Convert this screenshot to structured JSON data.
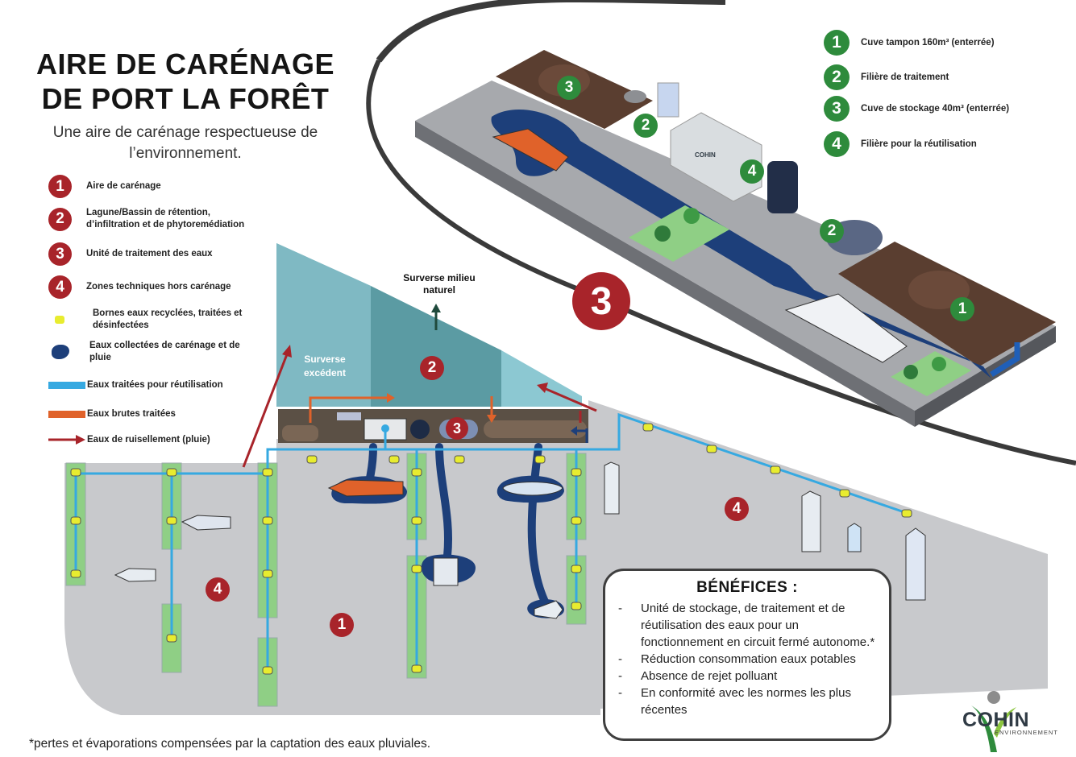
{
  "header": {
    "title_line1": "AIRE DE CARÉNAGE",
    "title_line2": "DE PORT LA FORÊT",
    "subtitle": "Une aire de carénage respectueuse de l’environnement."
  },
  "legend": {
    "items": [
      {
        "badge": "1",
        "label": "Aire de carénage"
      },
      {
        "badge": "2",
        "label": "Lagune/Bassin de rétention, d’infiltration et de phytoremédiation"
      },
      {
        "badge": "3",
        "label": "Unité de traitement des eaux"
      },
      {
        "badge": "4",
        "label": "Zones techniques hors carénage"
      },
      {
        "symbol": "yellow-dot",
        "label": "Bornes eaux recyclées, traitées et désinfectées"
      },
      {
        "symbol": "blue-blob",
        "label": "Eaux collectées de carénage et de pluie"
      },
      {
        "symbol": "light-blue-line",
        "label": "Eaux traitées pour réutilisation"
      },
      {
        "symbol": "orange-line",
        "label": "Eaux brutes traitées"
      },
      {
        "symbol": "red-arrow",
        "label": "Eaux de ruisellement (pluie)"
      }
    ]
  },
  "unit_legend": {
    "items": [
      {
        "badge": "1",
        "label": "Cuve tampon 160m³ (enterrée)"
      },
      {
        "badge": "2",
        "label": "Filière de traitement"
      },
      {
        "badge": "3",
        "label": "Cuve de stockage 40m³ (enterrée)"
      },
      {
        "badge": "4",
        "label": "Filière pour la réutilisation"
      }
    ]
  },
  "map_labels": {
    "surverse_milieu": "Surverse milieu naturel",
    "surverse_excedent": "Surverse excédent",
    "zone_big_3": "3",
    "zone_1": "1",
    "zone_2": "2",
    "zone_3": "3",
    "zone_4a": "4",
    "zone_4b": "4",
    "iso_1": "1",
    "iso_2a": "2",
    "iso_2b": "2",
    "iso_3": "3",
    "iso_4": "4",
    "container_brand": "COHIN"
  },
  "benefits": {
    "title": "BÉNÉFICES :",
    "items": [
      "Unité de stockage, de traitement et de réutilisation des eaux  pour un fonctionnement en circuit fermé autonome.*",
      "Réduction consommation eaux potables",
      "Absence de rejet polluant",
      "En conformité avec les normes les plus récentes"
    ]
  },
  "footnote": "*pertes et évaporations compensées par la captation des eaux pluviales.",
  "brand": {
    "name": "COHIN",
    "tagline": "ENVIRONNEMENT"
  },
  "colors": {
    "red_badge": "#a8242a",
    "green_badge": "#2e8b3c",
    "treated_water": "#36a9e1",
    "raw_water": "#e0622a",
    "runoff": "#a8242a",
    "collected_water": "#1d3f7a",
    "ground": "#c8c9cc",
    "lagoon": "#7fb9c3",
    "plot_green": "#8fcf85",
    "yellow_dot": "#e8ec2f"
  }
}
